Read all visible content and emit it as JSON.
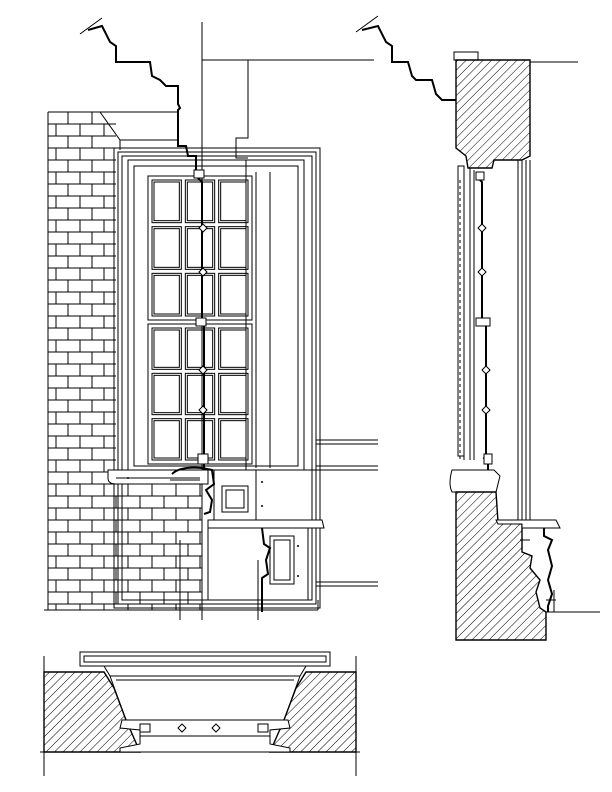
{
  "drawing": {
    "views": [
      {
        "id": "front-elevation",
        "kind": "elevation"
      },
      {
        "id": "side-section",
        "kind": "section"
      },
      {
        "id": "plan-section",
        "kind": "plan"
      }
    ],
    "window": {
      "sashes": 2,
      "panes_per_row": 3,
      "rows_upper_sash": 3,
      "rows_lower_sash": 3
    },
    "colors": {
      "line": "#000000",
      "background": "#ffffff",
      "hatch": "#000000"
    }
  }
}
